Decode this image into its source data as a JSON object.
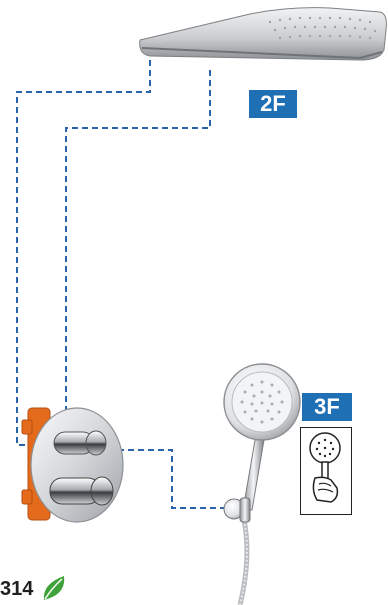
{
  "labels": {
    "rain_shower_badge": "2F",
    "hand_shower_badge": "3F",
    "product_code": "314"
  },
  "colors": {
    "badge_blue": "#1f6fb5",
    "dashed_line_blue": "#2a64a8",
    "valve_orange": "#e46a1c",
    "leaf_green": "#3fa33a"
  },
  "icons": {
    "eco": "leaf-icon",
    "usage_hint": "hand-holding-shower-icon"
  }
}
